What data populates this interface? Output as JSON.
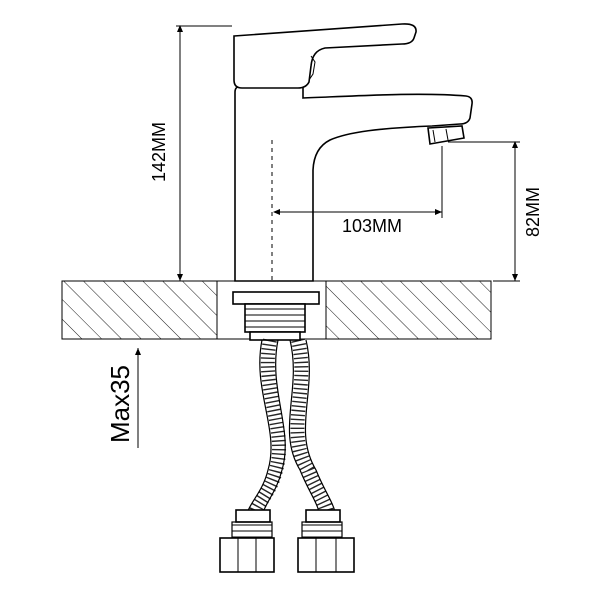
{
  "dimensions": {
    "total_height": "142MM",
    "spout_reach": "103MM",
    "spout_height": "82MM",
    "max_thickness": "Max35"
  },
  "colors": {
    "stroke": "#000000",
    "background": "#ffffff"
  }
}
